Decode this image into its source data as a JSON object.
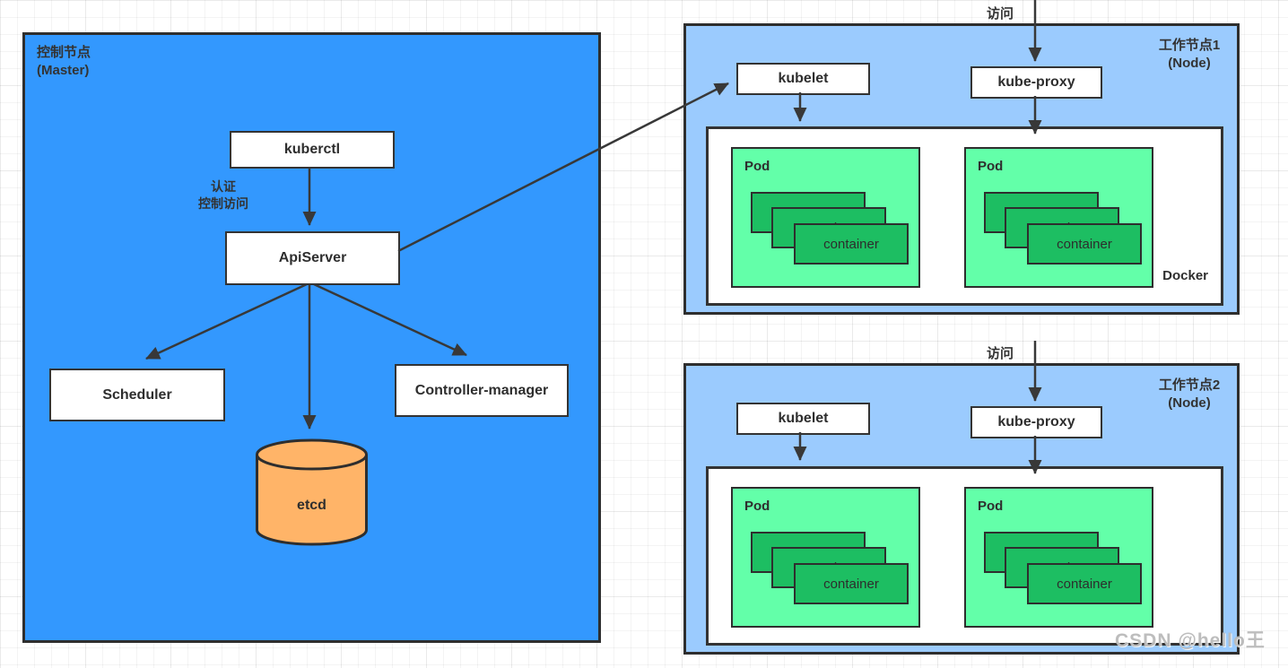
{
  "master": {
    "name_line1": "控制节点",
    "name_line2": "(Master)",
    "kubectl_label": "kuberctl",
    "auth_line1": "认证",
    "auth_line2": "控制访问",
    "apiserver_label": "ApiServer",
    "scheduler_label": "Scheduler",
    "controller_manager_label": "Controller-manager",
    "etcd_label": "etcd"
  },
  "nodes": [
    {
      "name_line1": "工作节点1",
      "name_line2": "(Node)",
      "access_label": "访问",
      "kubelet_label": "kubelet",
      "kube_proxy_label": "kube-proxy",
      "runtime_label": "Docker",
      "pods": [
        {
          "label": "Pod",
          "containers": [
            "container",
            "container",
            "container"
          ]
        },
        {
          "label": "Pod",
          "containers": [
            "container",
            "container",
            "container"
          ]
        }
      ]
    },
    {
      "name_line1": "工作节点2",
      "name_line2": "(Node)",
      "access_label": "访问",
      "kubelet_label": "kubelet",
      "kube_proxy_label": "kube-proxy",
      "runtime_label": "",
      "pods": [
        {
          "label": "Pod",
          "containers": [
            "container",
            "container",
            "container"
          ]
        },
        {
          "label": "Pod",
          "containers": [
            "container",
            "container",
            "container"
          ]
        }
      ]
    }
  ],
  "watermark": "CSDN @hello王",
  "colors": {
    "master_fill": "#3398fe",
    "node_fill": "#9bcbfe",
    "pod_fill": "#63ffa9",
    "container_fill": "#1dbe62",
    "etcd_fill": "#ffb468",
    "box_fill": "#ffffff",
    "border": "#2e2e2e",
    "arrow": "#383838",
    "text": "#333333",
    "watermark_color": "#b9b9b9"
  }
}
